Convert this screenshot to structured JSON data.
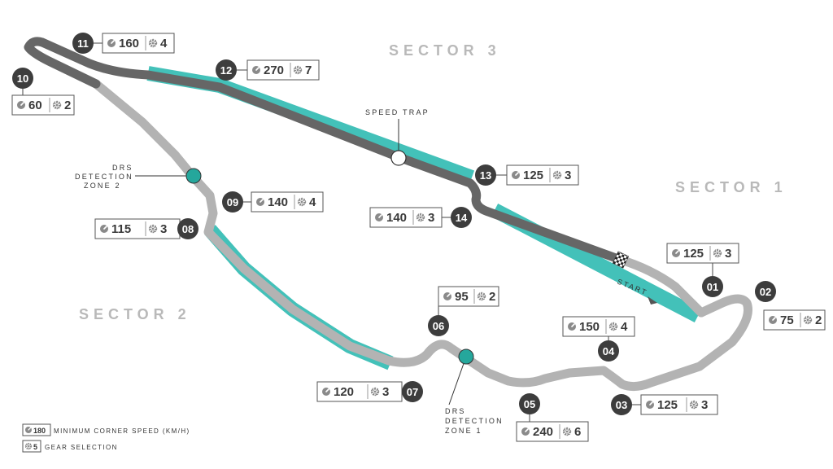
{
  "sectors": [
    "SECTOR 1",
    "SECTOR 2",
    "SECTOR 3"
  ],
  "labels": {
    "speed_trap": "SPEED TRAP",
    "start": "START",
    "drs1": [
      "DRS",
      "DETECTION",
      "ZONE 1"
    ],
    "drs2": [
      "DRS",
      "DETECTION",
      "ZONE 2"
    ]
  },
  "corners": [
    {
      "num": "01",
      "speed": "125",
      "gear": "3"
    },
    {
      "num": "02",
      "speed": "75",
      "gear": "2"
    },
    {
      "num": "03",
      "speed": "125",
      "gear": "3"
    },
    {
      "num": "04",
      "speed": "150",
      "gear": "4"
    },
    {
      "num": "05",
      "speed": "240",
      "gear": "6"
    },
    {
      "num": "06",
      "speed": "95",
      "gear": "2"
    },
    {
      "num": "07",
      "speed": "120",
      "gear": "3"
    },
    {
      "num": "08",
      "speed": "115",
      "gear": "3"
    },
    {
      "num": "09",
      "speed": "140",
      "gear": "4"
    },
    {
      "num": "10",
      "speed": "60",
      "gear": "2"
    },
    {
      "num": "11",
      "speed": "160",
      "gear": "4"
    },
    {
      "num": "12",
      "speed": "270",
      "gear": "7"
    },
    {
      "num": "13",
      "speed": "125",
      "gear": "3"
    },
    {
      "num": "14",
      "speed": "140",
      "gear": "3"
    }
  ],
  "legend": {
    "speed_sample": "180",
    "speed_label": "MINIMUM CORNER SPEED (KM/H)",
    "gear_sample": "5",
    "gear_label": "GEAR SELECTION"
  },
  "colors": {
    "track_light": "#b3b3b3",
    "track_dark": "#666666",
    "drs_zone": "#43c1b9",
    "corner_badge": "#3d3d3d",
    "box_border": "#555555",
    "sector_text": "#b9b9b9"
  },
  "icons": {
    "speed": "gauge-icon",
    "gear": "gear-icon",
    "start": "checkered-flag-icon"
  }
}
